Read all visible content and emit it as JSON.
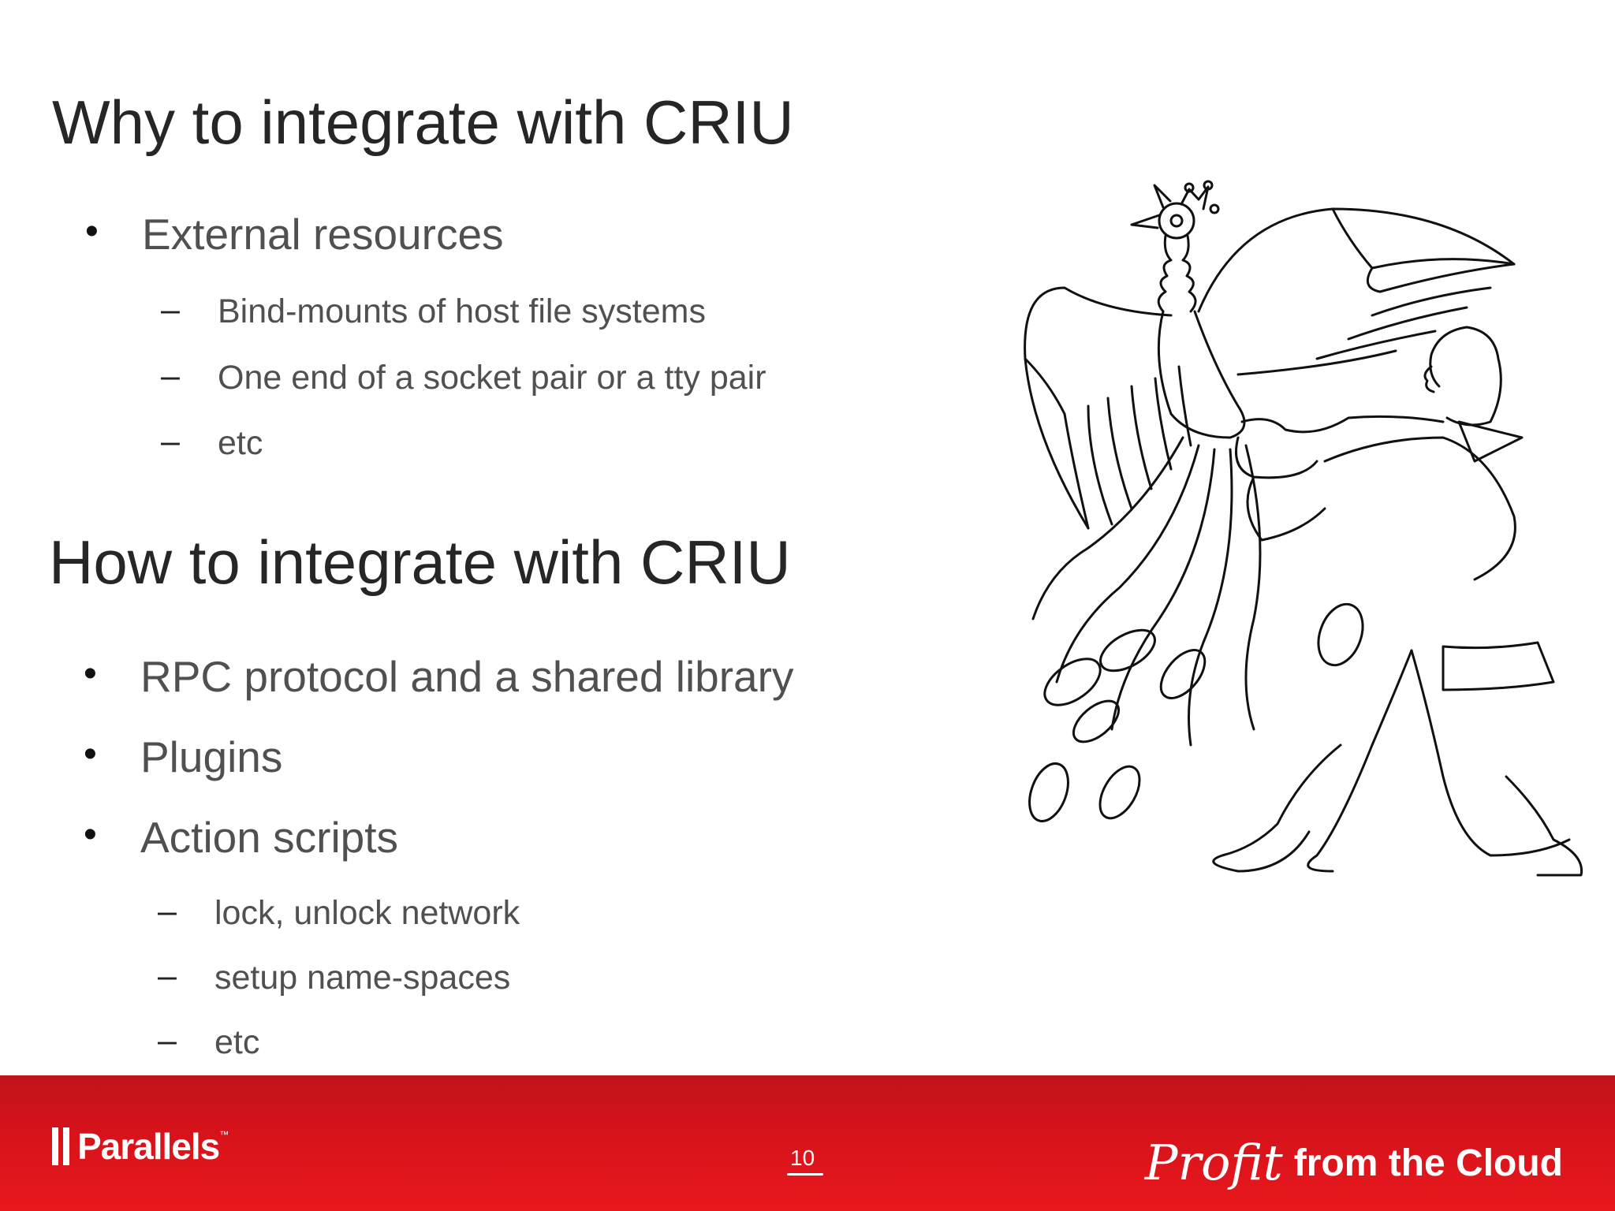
{
  "slide": {
    "title1": "Why to integrate with CRIU",
    "bullets1": [
      {
        "text": "External resources"
      }
    ],
    "subs1": [
      {
        "text": "Bind-mounts of host file systems"
      },
      {
        "text": "One end of a socket pair or a tty pair"
      },
      {
        "text": "etc"
      }
    ],
    "title2": "How to integrate with CRIU",
    "bullets2": [
      {
        "text": "RPC protocol and a shared library"
      },
      {
        "text": "Plugins"
      },
      {
        "text": "Action scripts"
      }
    ],
    "subs2": [
      {
        "text": "lock, unlock network"
      },
      {
        "text": "setup name-spaces"
      },
      {
        "text": "etc"
      }
    ],
    "bullet_symbol": "•",
    "dash_symbol": "–"
  },
  "footer": {
    "brand": "Parallels",
    "trademark": "™",
    "page_number": "10",
    "tagline_script": "Profit",
    "tagline_rest": "from the Cloud",
    "colors": {
      "bar": "#d6121a",
      "text": "#ffffff"
    }
  },
  "illustration": {
    "icon": "firebird-and-boy-line-drawing"
  }
}
